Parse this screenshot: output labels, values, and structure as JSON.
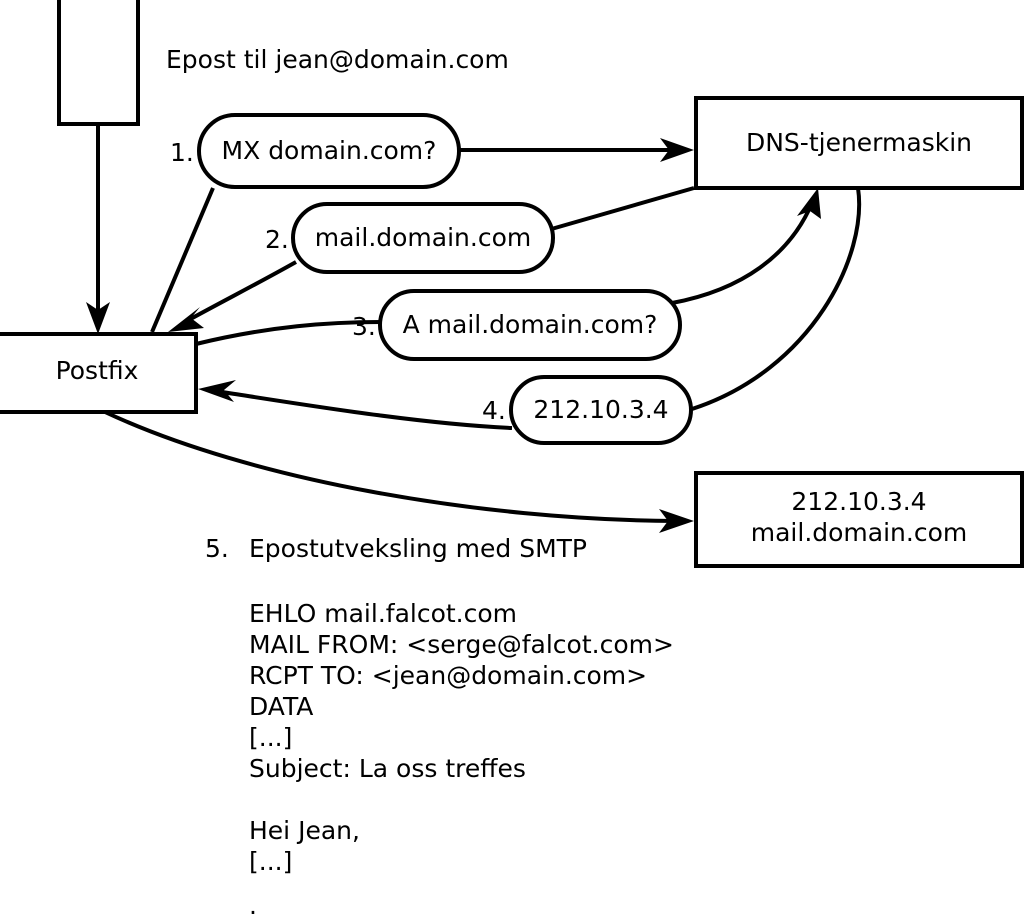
{
  "diagram": {
    "title_text": "Epost til jean@domain.com",
    "nodes": [
      {
        "id": "user",
        "label": "",
        "type": "rect"
      },
      {
        "id": "postfix",
        "label": "Postfix",
        "type": "rect"
      },
      {
        "id": "dns",
        "label": "DNS-tjenermaskin",
        "type": "rect"
      },
      {
        "id": "mailserver",
        "label_line1": "212.10.3.4",
        "label_line2": "mail.domain.com",
        "type": "rect"
      }
    ],
    "steps": [
      {
        "num": "1.",
        "label": "MX domain.com?"
      },
      {
        "num": "2.",
        "label": "mail.domain.com"
      },
      {
        "num": "3.",
        "label": "A mail.domain.com?"
      },
      {
        "num": "4.",
        "label": "212.10.3.4"
      }
    ],
    "step5": {
      "num": "5.",
      "label": "Epostutveksling med SMTP"
    },
    "smtp_transcript": [
      "EHLO mail.falcot.com",
      "MAIL FROM: <serge@falcot.com>",
      "RCPT TO: <jean@domain.com>",
      "DATA",
      "[...]",
      "Subject: La oss treffes",
      "",
      "Hei Jean,",
      "[...]",
      "",
      "."
    ],
    "colors": {
      "stroke": "#000000",
      "fill": "#ffffff",
      "text": "#000000"
    }
  }
}
